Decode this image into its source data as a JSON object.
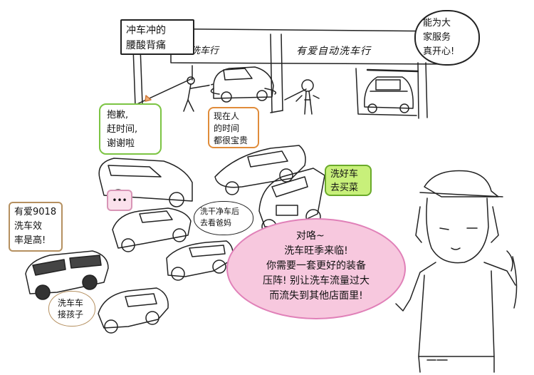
{
  "scene": "car-wash-comic",
  "signs": {
    "left": "洗车行",
    "right": "有爱自动洗车行"
  },
  "bubbles": {
    "back_pain": [
      "冲车冲的",
      "腰酸背痛"
    ],
    "happy_to_serve": [
      "能为大",
      "家服务",
      "真开心!"
    ],
    "sorry": [
      "抱歉,",
      "赶时间,",
      "谢谢啦"
    ],
    "time_precious": [
      "现在人",
      "的时间",
      "都很宝贵"
    ],
    "buy_groceries": [
      "洗好车",
      "去买菜"
    ],
    "ellipsis": "•••",
    "see_parents": [
      "洗干净车后",
      "去看爸妈"
    ],
    "efficiency": [
      "有爱9018",
      "洗车效",
      "率是高!"
    ],
    "pickup_kids": [
      "洗车车",
      "接孩子"
    ],
    "pitch": [
      "对咯~",
      "洗车旺季来临!",
      "你需要一套更好的装备",
      "压阵!  别让洗车流量过大",
      "而流失到其他店面里!"
    ]
  },
  "colors": {
    "ink": "#222222",
    "bubble_pink": "#F7C8DE",
    "bubble_pink_border": "#E080B8",
    "bubble_green": "#C8F07A",
    "bubble_green_border": "#6AAA2A",
    "bubble_lightpink": "#FBE1EC",
    "bubble_outline_green": "#7CC443",
    "bubble_outline_orange": "#E08C3A",
    "bubble_outline_brown": "#B59060",
    "bubble_outline_pink": "#D895B6"
  }
}
